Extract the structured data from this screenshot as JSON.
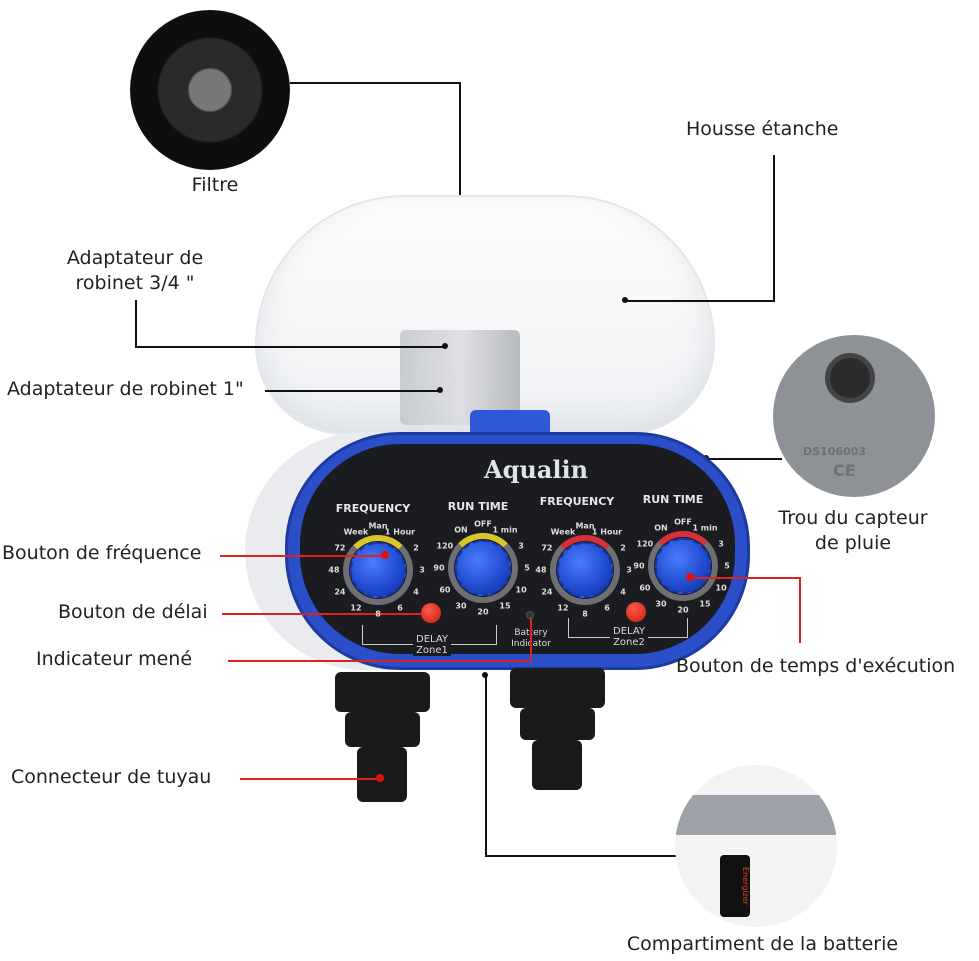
{
  "callouts": {
    "filter": "Filtre",
    "cover": "Housse étanche",
    "adapter_34_line1": "Adaptateur de",
    "adapter_34_line2": "robinet 3/4 \"",
    "adapter_1": "Adaptateur de robinet 1\"",
    "rain_sensor_line1": "Trou du capteur",
    "rain_sensor_line2": "de pluie",
    "frequency_button": "Bouton de fréquence",
    "delay_button": "Bouton de délai",
    "led_indicator": "Indicateur mené",
    "run_time_button": "Bouton de temps d'exécution",
    "hose_connector": "Connecteur de tuyau",
    "battery_compartment": "Compartiment de la batterie"
  },
  "device": {
    "brand": "Aqualin",
    "frequency_title": "FREQUENCY",
    "run_time_title": "RUN TIME",
    "frequency_ticks": [
      "Man",
      "1 Hour",
      "2",
      "3",
      "4",
      "6",
      "8",
      "12",
      "24",
      "48",
      "72",
      "Week"
    ],
    "run_time_ticks": [
      "OFF",
      "1 min",
      "3",
      "5",
      "10",
      "15",
      "20",
      "30",
      "60",
      "90",
      "120",
      "ON"
    ],
    "delay": "DELAY",
    "zone1": "Zone1",
    "zone2": "Zone2",
    "battery_indicator_line1": "Battery",
    "battery_indicator_line2": "Indicator",
    "rain_sensor_code": "DS106003",
    "ce_mark": "CE",
    "battery_brand": "Energizer"
  },
  "colors": {
    "zone1_accent": "#d8c62a",
    "zone2_accent": "#d8303a",
    "knob": "#1d45c8",
    "leader_red": "#d22222"
  }
}
